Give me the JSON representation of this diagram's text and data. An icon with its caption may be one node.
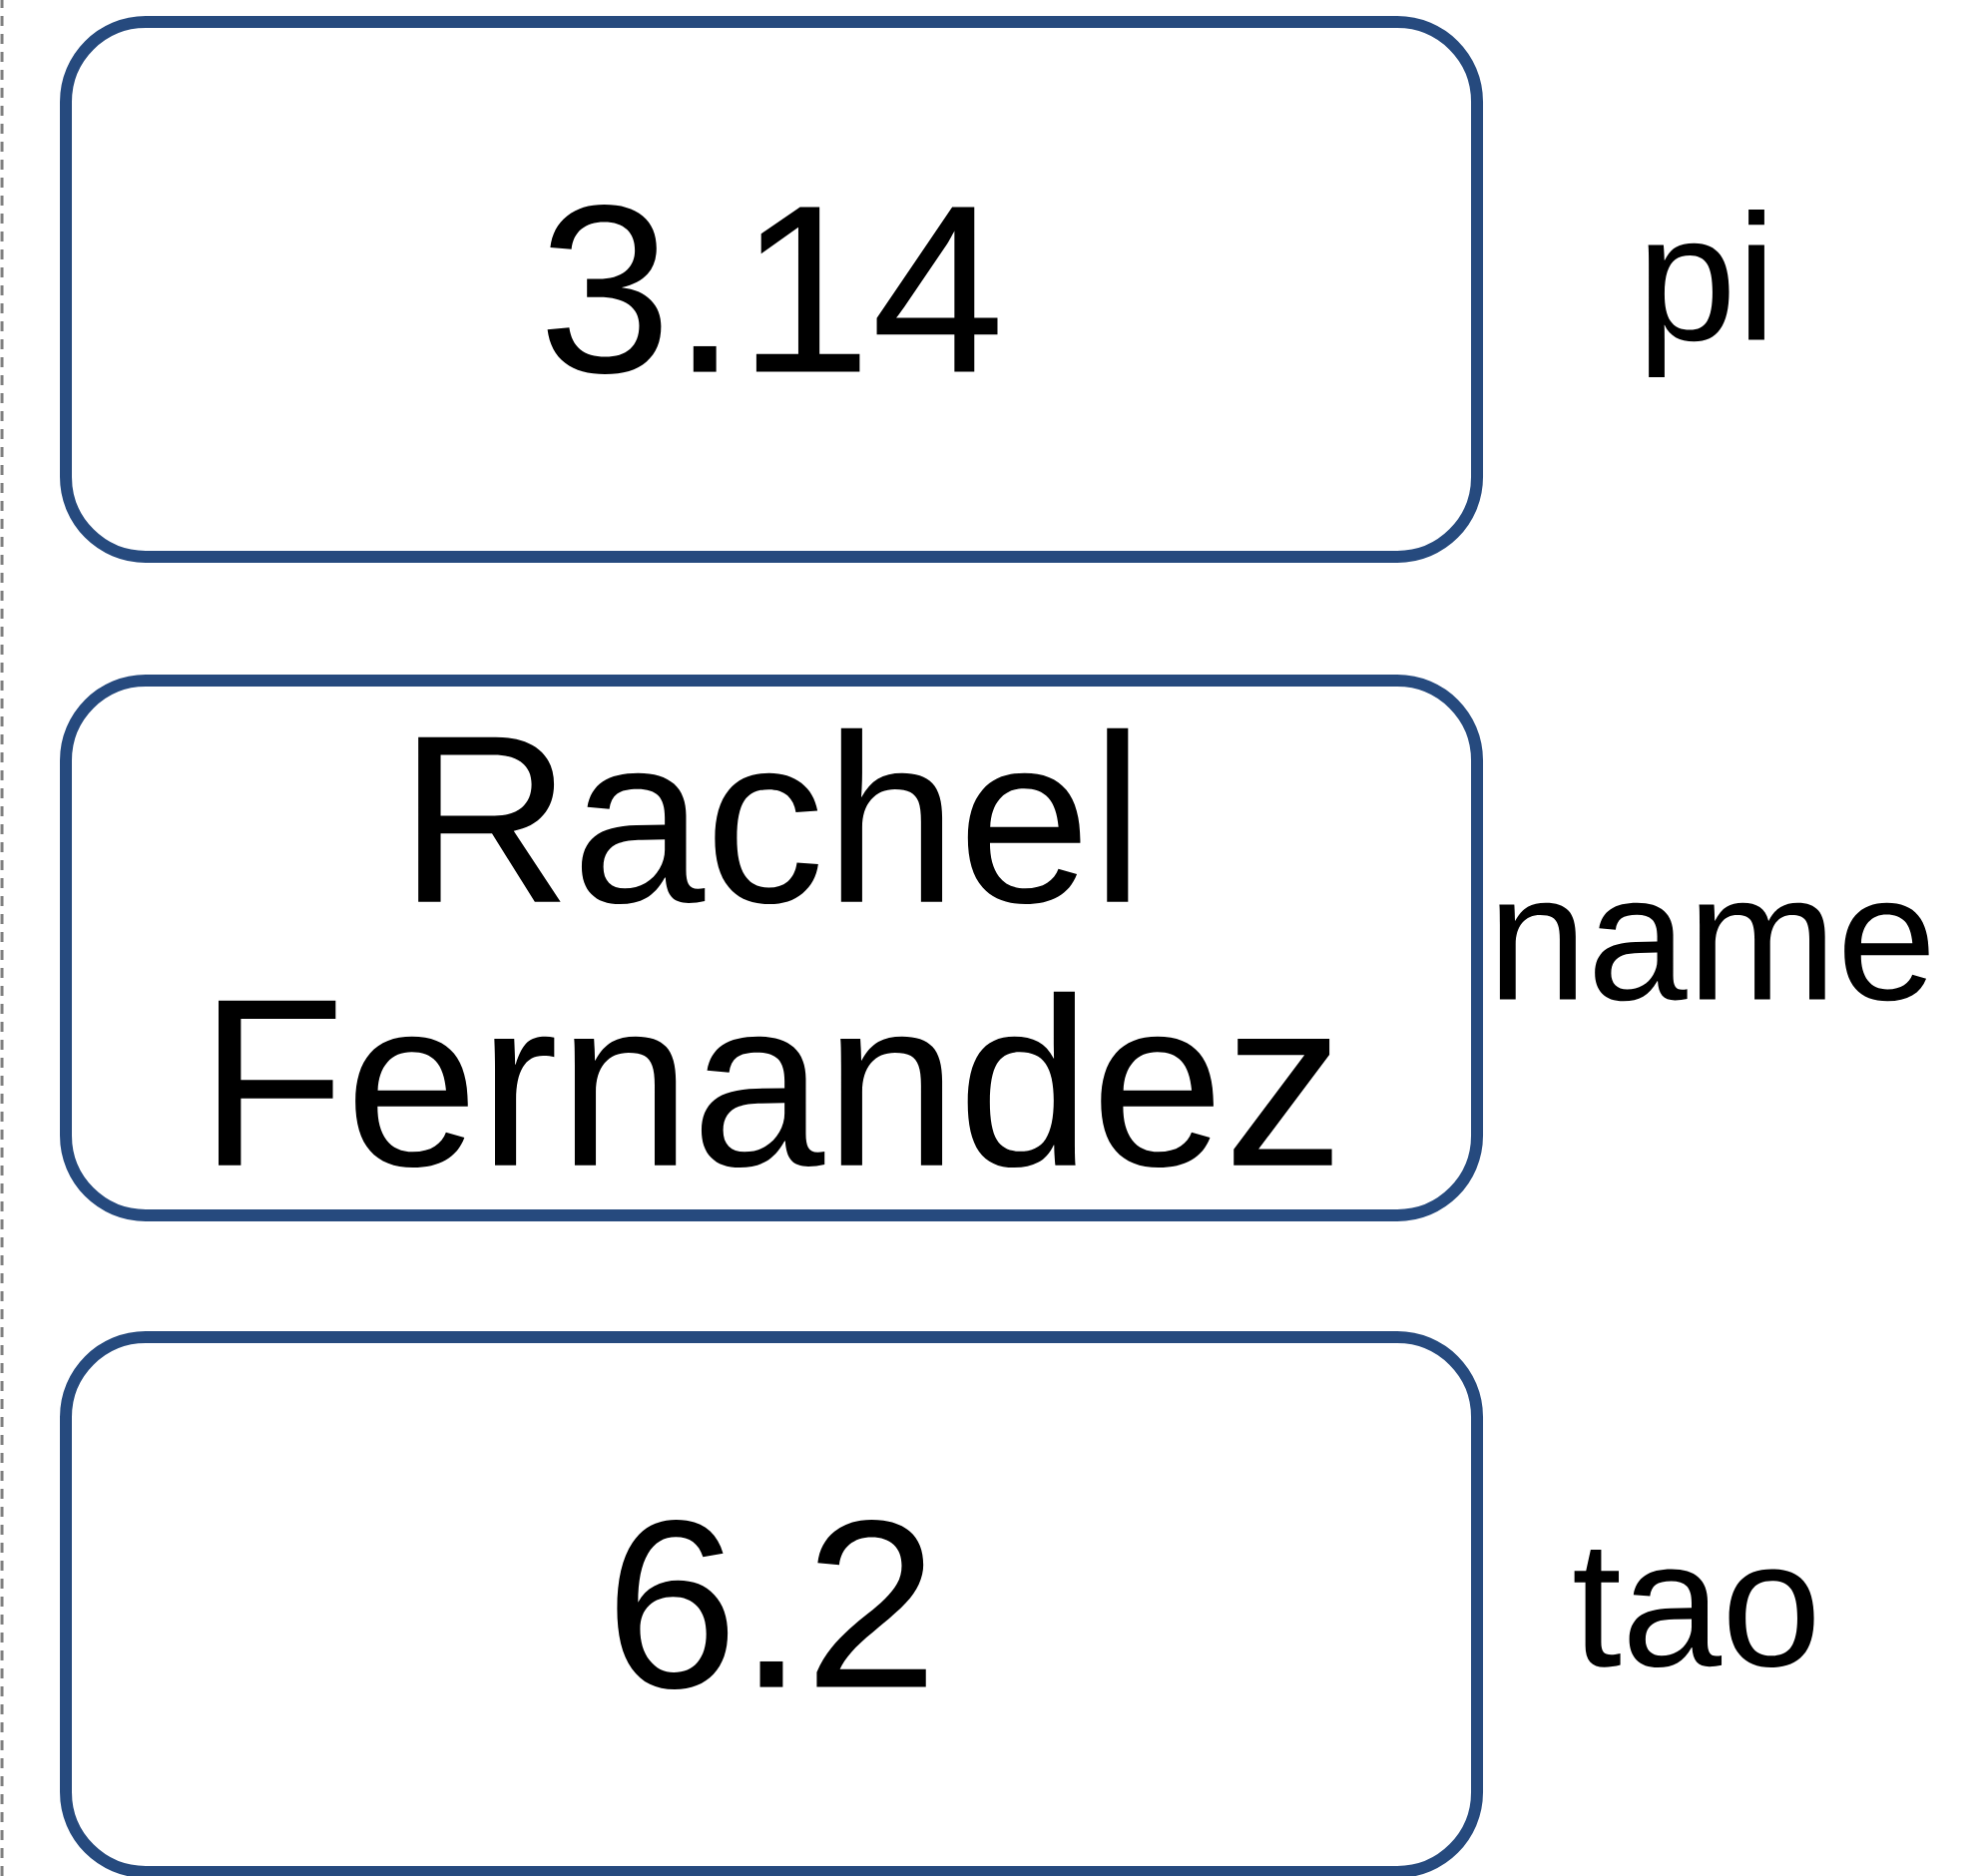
{
  "diagram": {
    "nodes": [
      {
        "text": [
          "3.14"
        ],
        "beside": [
          "pi"
        ]
      },
      {
        "text": [
          "Rachel Fernandez"
        ],
        "beside": [
          "name"
        ]
      },
      {
        "text": [
          "6.2"
        ],
        "beside": [
          "tao"
        ]
      }
    ]
  }
}
